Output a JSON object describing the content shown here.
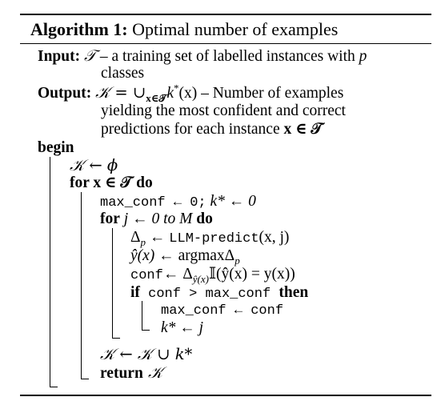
{
  "algorithm": {
    "label": "Algorithm 1:",
    "title": "Optimal number of examples"
  },
  "input": {
    "keyword": "Input:",
    "symbol": "𝒯",
    "text_a": " – a training set of labelled instances with ",
    "var_p": "p",
    "text_b": "classes"
  },
  "output": {
    "keyword": "Output:",
    "formula": "𝒦 = ∪",
    "formula_sub": "x∈𝒯",
    "formula_rest": "k",
    "formula_sup": "*",
    "formula_arg": "(x)",
    "text_a": " – Number of examples",
    "text_b": "yielding the most confident and correct",
    "text_c": "predictions for each instance ",
    "text_c_math": "x ∈ 𝒯"
  },
  "body": {
    "begin": "begin",
    "l1": "𝒦 ← ϕ",
    "for1_kw": "for",
    "for1_expr": " x ∈ 𝒯 ",
    "for1_do": "do",
    "init_mono": "max_conf ← 0;",
    "init_math": " k* ← 0",
    "for2_kw": "for",
    "for2_expr_a": " j ← 0 ",
    "for2_to": "to",
    "for2_M": " M ",
    "for2_do": "do",
    "pred_lhs": "Δ",
    "pred_lhs_sub": "p",
    "pred_arrow": " ← ",
    "pred_mono": "LLM-predict",
    "pred_args": "(x, j)",
    "yhat_lhs": "ŷ(x) ← ",
    "yhat_rhs": "argmaxΔ",
    "yhat_sub": "p",
    "conf_mono": "conf",
    "conf_rhs": "← Δ",
    "conf_sub": "ŷ(x)",
    "conf_rest": "𝕀(ŷ(x) = y(x))",
    "if_kw": "if",
    "if_mono": " conf > max_conf ",
    "if_then": "then",
    "upd_mono": "max_conf ← conf",
    "k_assign": "k* ← j",
    "union": "𝒦 ← 𝒦 ∪ k*",
    "return_kw": "return",
    "return_val": " 𝒦"
  }
}
